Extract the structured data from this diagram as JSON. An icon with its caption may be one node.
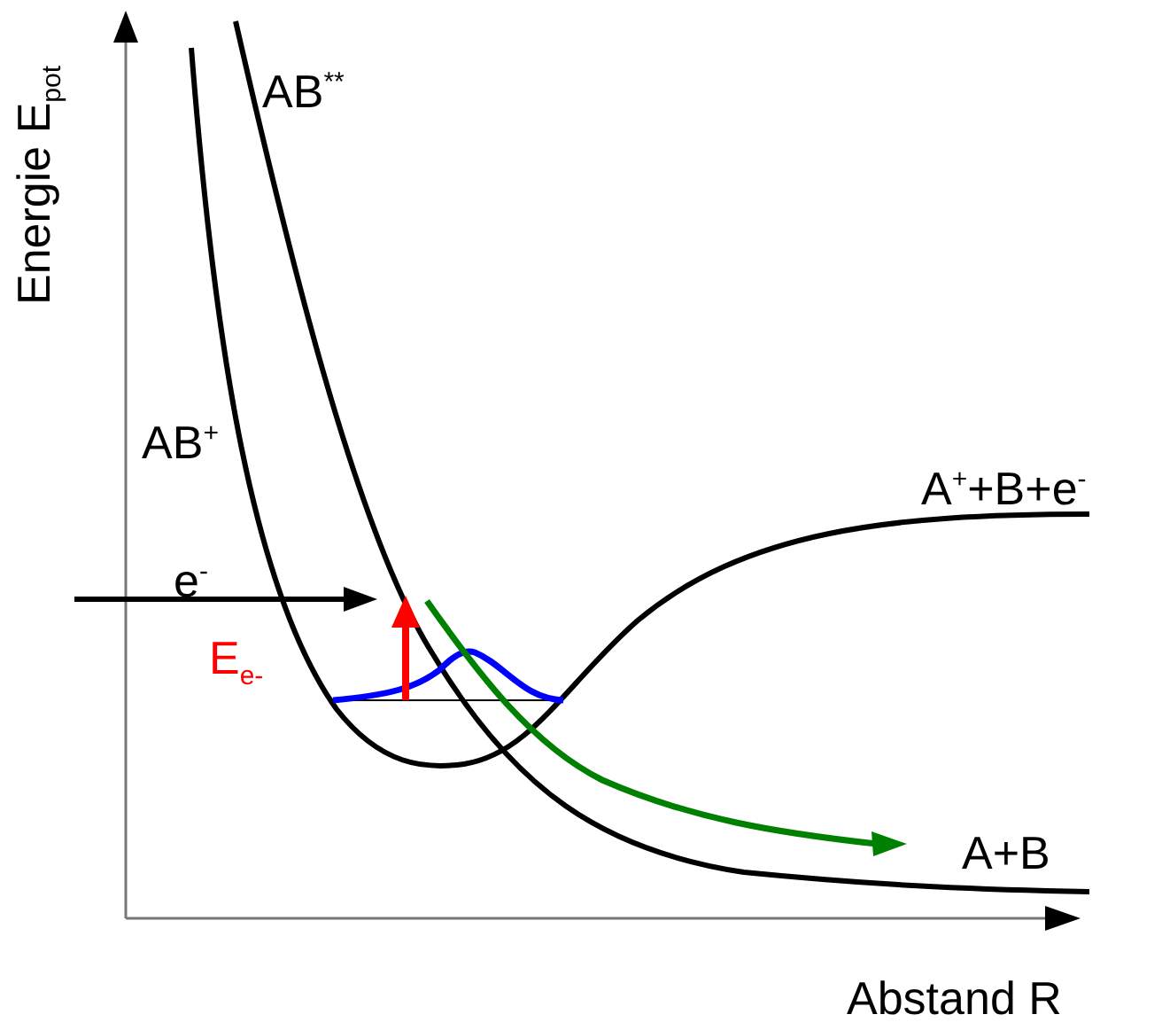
{
  "diagram": {
    "labels": [
      "Energie E$_{pot}$",
      "AB$^{**}$",
      "AB$^{+}$",
      "A$^{+}$+B+e$^{-}$",
      "e$^{-}$",
      "E$_{e-}$",
      "A+B",
      "Abstand R"
    ]
  }
}
